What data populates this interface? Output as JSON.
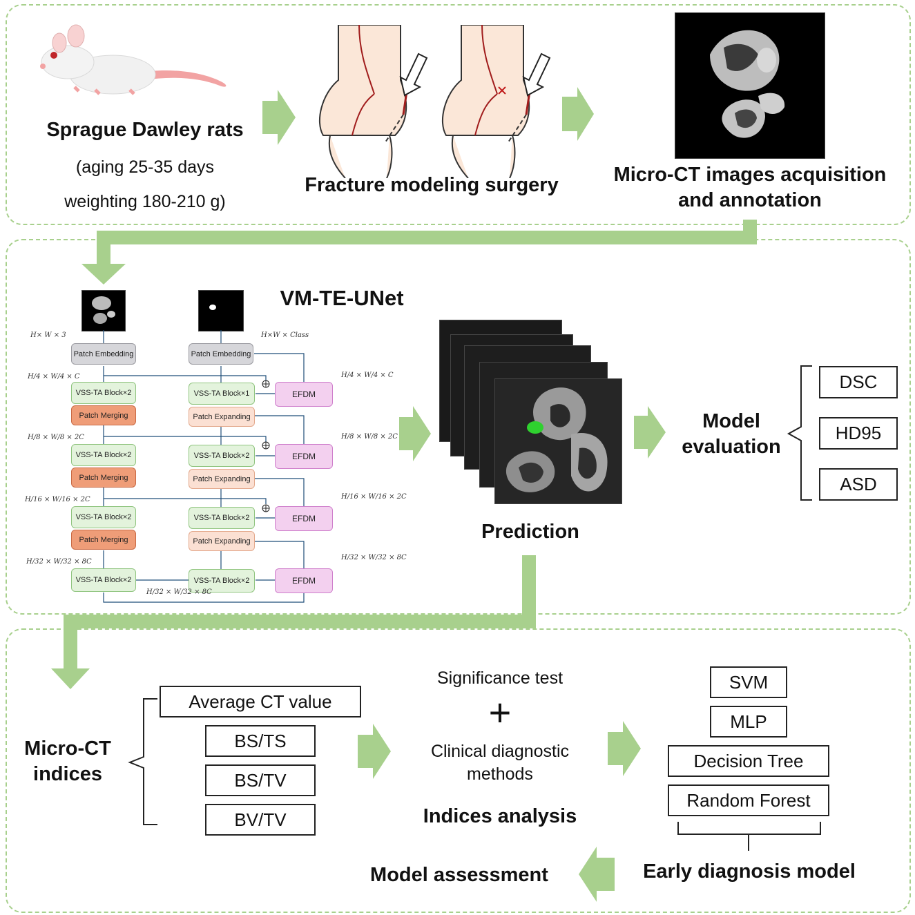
{
  "top": {
    "rats_title": "Sprague Dawley rats",
    "rats_age": "(aging 25-35 days",
    "rats_weight": "weighting 180-210 g)",
    "surgery_label": "Fracture modeling surgery",
    "microct_label_line1": "Micro-CT images acquisition",
    "microct_label_line2": "and annotation"
  },
  "middle": {
    "model_title": "VM-TE-UNet",
    "input_dim": "H× W × 3",
    "output_dim": "H×W × Class",
    "patch_embedding_left": "Patch Embedding",
    "patch_embedding_right": "Patch Embedding",
    "encoder_blocks": [
      "VSS-TA Block×2",
      "VSS-TA Block×2",
      "VSS-TA Block×2",
      "VSS-TA Block×2"
    ],
    "merging": [
      "Patch Merging",
      "Patch Merging",
      "Patch Merging"
    ],
    "decoder_blocks": [
      "VSS-TA Block×1",
      "VSS-TA Block×2",
      "VSS-TA Block×2",
      "VSS-TA Block×2"
    ],
    "expanding": [
      "Patch Expanding",
      "Patch Expanding",
      "Patch Expanding"
    ],
    "efdm": [
      "EFDM",
      "EFDM",
      "EFDM",
      "EFDM"
    ],
    "dims_left": [
      "H/4 × W/4 × C",
      "H/8 × W/8 × 2C",
      "H/16 × W/16 × 2C",
      "H/32 × W/32 × 8C"
    ],
    "dims_right": [
      "H/4 × W/4 × C",
      "H/8 × W/8 × 2C",
      "H/16 × W/16 × 2C",
      "H/32 × W/32 × 8C"
    ],
    "dim_bottom": "H/32 × W/32 × 8C",
    "prediction_label": "Prediction",
    "evaluation_line1": "Model",
    "evaluation_line2": "evaluation",
    "metrics": [
      "DSC",
      "HD95",
      "ASD"
    ]
  },
  "bottom": {
    "indices_line1": "Micro-CT",
    "indices_line2": "indices",
    "avg_ct": "Average CT value",
    "indices": [
      "BS/TS",
      "BS/TV",
      "BV/TV"
    ],
    "significance": "Significance test",
    "plus": "+",
    "clinical_line1": "Clinical diagnostic",
    "clinical_line2": "methods",
    "analysis_label": "Indices analysis",
    "models": [
      "SVM",
      "MLP",
      "Decision Tree",
      "Random Forest"
    ],
    "early_model_label": "Early diagnosis model",
    "assessment_label": "Model assessment"
  },
  "colors": {
    "arrow_green": "#a8d08d",
    "panel_border": "#a8d08d",
    "vss_fill": "#e3f3dc",
    "merging_fill": "#ef9d78",
    "expanding_fill": "#fbe0d3",
    "efdm_fill": "#f3d0ef",
    "embedding_fill": "#d6d6da",
    "prediction_highlight": "#2fd12f"
  },
  "icons": [
    "rat-illustration",
    "knee-fracture-illustration",
    "microct-image",
    "green-arrow"
  ]
}
